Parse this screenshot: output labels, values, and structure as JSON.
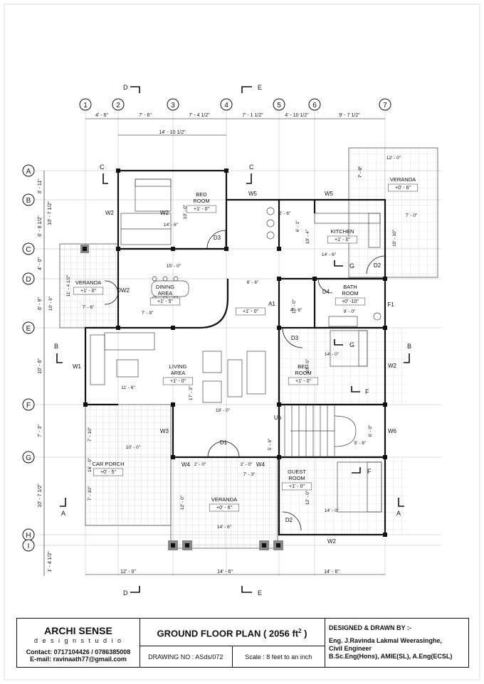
{
  "grid": {
    "cols": [
      "1",
      "2",
      "3",
      "4",
      "5",
      "6",
      "7"
    ],
    "rows": [
      "A",
      "B",
      "C",
      "D",
      "E",
      "F",
      "G",
      "H",
      "I"
    ],
    "top_dims": [
      "4' - 6\"",
      "7' - 6\"",
      "7' - 4 1/2\"",
      "7' - 1 1/2\"",
      "4' - 10 1/2\"",
      "9' - 7 1/2\""
    ],
    "left_dims": [
      "3' - 11\"",
      "10' - 7 1/2\"",
      "6' - 8 1/2\"",
      "4' - 0\"",
      "6' - 9\"",
      "10' - 6\"",
      "7' - 3\"",
      "10' - 7 1/2\"",
      "1' - 4 1/2\""
    ],
    "bottom_dims": [
      "12' - 0\"",
      "14' - 6\"",
      "14' - 6\""
    ],
    "overall_top": "14' - 10 1/2\""
  },
  "sections": {
    "D": "D",
    "E": "E",
    "C": "C",
    "B": "B",
    "A": "A",
    "F": "F",
    "G": "G"
  },
  "rooms": [
    {
      "id": "bed1",
      "name": "BED\nROOM",
      "level": "+1' - 0\"",
      "dim": "14' - 6\"",
      "dim2": "10' - 0\""
    },
    {
      "id": "kitchen",
      "name": "KITCHEN",
      "level": "+1' - 0\"",
      "dim": "14' - 6\"",
      "dim2": "10' - 4\""
    },
    {
      "id": "veranda_tr",
      "name": "VERANDA",
      "level": "+0' - 6\"",
      "dim": "12' - 0\"",
      "dim2": "7' - 0\""
    },
    {
      "id": "veranda_l",
      "name": "VERANDA",
      "level": "+1' - 0\"",
      "dim": "7' - 6\"",
      "dim2": "11' - 4 1/2\""
    },
    {
      "id": "dining",
      "name": "DINING\nAREA",
      "level": "+1' - 5\"",
      "dim": "15' - 0\"",
      "dim2": "7' - 9\""
    },
    {
      "id": "hall",
      "name": "",
      "level": "+1' - 0\"",
      "dim": "6' - 6\""
    },
    {
      "id": "bath",
      "name": "BATH\nROOM",
      "level": "+0' -10\"",
      "dim": "9' - 0\""
    },
    {
      "id": "living",
      "name": "LIVING\nAREA",
      "level": "+1' - 0\"",
      "dim": "11' - 6\"",
      "dim2": "17' - 3\""
    },
    {
      "id": "bed2",
      "name": "BED\nROOM",
      "level": "+1' - 0\"",
      "dim": "14' - 0\"",
      "dim2": "10' - 0\""
    },
    {
      "id": "carporch",
      "name": "CAR PORCH",
      "level": "+0' - 5\"",
      "dim": "10' - 0\"",
      "dim2": "16' - 0\""
    },
    {
      "id": "veranda_b",
      "name": "VERANDA",
      "level": "+0' - 6\"",
      "dim": "14' - 6\"",
      "dim2": "12' - 0\""
    },
    {
      "id": "guest",
      "name": "GUEST\nROOM",
      "level": "+1' - 0\"",
      "dim": "14' - 0\"",
      "dim2": "12' - 0\""
    }
  ],
  "tags": {
    "w1": "W1",
    "w2a": "W2",
    "w2b": "W2",
    "w2c": "W2",
    "w2d": "W2",
    "w3": "W3",
    "w4a": "W4",
    "w4b": "W4",
    "w5a": "W5",
    "w5b": "W5",
    "w6": "W6",
    "d1": "D1",
    "d2a": "D2",
    "d2b": "D2",
    "d3a": "D3",
    "d3b": "D3",
    "d4": "D4",
    "dw2": "DW2",
    "a1": "A1",
    "f1": "F1",
    "up": "Up"
  },
  "misc_dims": {
    "d18": "18' - 0\"",
    "d7_3": "7' - 3\"",
    "d2_0a": "2' - 0\"",
    "d2_0b": "2' - 0\"",
    "d5_6": "5' - 6\"",
    "d7_0s": "7' - 0\"",
    "d4_6": "4' - 6\"",
    "d2_6": "2' - 6\"",
    "d6_1": "6' - 1\"",
    "d6_6b": "6' - 6\"",
    "d10_9": "10' - 9\"",
    "d7_10a": "7' - 10\"",
    "d7_10b": "7' - 10\"",
    "d10_10": "10' - 10\"",
    "d7_0r": "7' - 0\"",
    "d10_6": "10' - 6\"",
    "d14_0": "14' - 0\"",
    "d10_0v": "10' - 0\"",
    "d5_6b": "5' - 6\"",
    "d6_0": "6' - 0\""
  },
  "title_block": {
    "company": "ARCHI SENSE",
    "studio": "d e s i g n  s t u d i o",
    "contact": "Contact: 0717104426 / 0786385008",
    "email": "E-mail: ravinaath77@gmail.com",
    "title": "GROUND FLOOR PLAN ( 2056 ft",
    "title_sup": "2",
    "title_end": " )",
    "drawing_no": "DRAWING NO : ASds/072",
    "scale": "Scale : 8 feet to an inch",
    "designed_by": "DESIGNED & DRAWN BY :-",
    "eng_1": "Eng. J.Ravinda Lakmal Weerasinghe,",
    "eng_2": "Civil Engineer",
    "eng_3": "B.Sc.Eng(Hons), AMIE(SL), A.Eng(ECSL)"
  }
}
